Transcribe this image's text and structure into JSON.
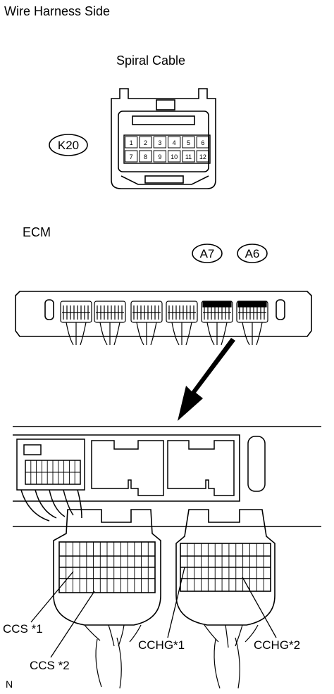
{
  "header": {
    "title": "Wire Harness Side"
  },
  "spiral_cable": {
    "label": "Spiral Cable",
    "connector_code": "K20",
    "pins_row1": [
      "1",
      "2",
      "3",
      "4",
      "5",
      "6"
    ],
    "pins_row2": [
      "7",
      "8",
      "9",
      "10",
      "11",
      "12"
    ]
  },
  "ecm": {
    "label": "ECM",
    "connector_codes": [
      "A7",
      "A6"
    ]
  },
  "callouts": {
    "ccs1": "CCS *1",
    "ccs2": "CCS *2",
    "cchg1": "CCHG*1",
    "cchg2": "CCHG*2"
  },
  "footer": {
    "mark": "N"
  }
}
